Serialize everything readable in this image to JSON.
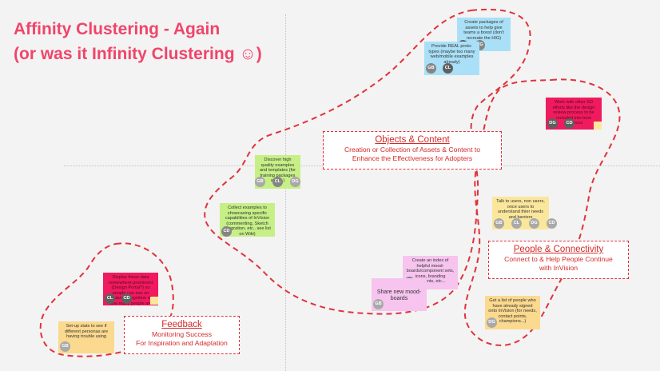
{
  "title": {
    "line1": "Affinity Clustering - Again",
    "line2": "(or was it Infinity Clustering ☺)"
  },
  "colors": {
    "title": "#f0446a",
    "lasso": "#e1323a",
    "note_blue": "#a9e0f7",
    "note_green": "#c6ef86",
    "note_red": "#f01a5e",
    "note_yellow": "#fbe79b",
    "note_pink": "#f6c4ee"
  },
  "clusters": {
    "objects": {
      "heading": "Objects & Content",
      "description_line1": "Creation or Collection of Assets & Content to",
      "description_line2": "Enhance the Effectiveness for Adopters"
    },
    "people": {
      "heading": "People & Connectivity",
      "description_line1": "Connect to & Help People Continue",
      "description_line2": "with InVision"
    },
    "feedback": {
      "heading": "Feedback",
      "description_line1": "Monitoring Success",
      "description_line2": "For Inspiration and Adaptation"
    }
  },
  "notes": {
    "packages": {
      "text": "Create packages of assets to help give teams a boost (don't recreate the HIG)",
      "avatars": [
        "CD",
        "DG"
      ]
    },
    "proto": {
      "text": "Provide REAL proto-types (maybe too many web/mobile examples already)",
      "avatars": [
        "GB",
        "CL"
      ]
    },
    "xd": {
      "text": "Work with other XD efforts like the design review process to be included into best practices",
      "avatars": [
        "DG",
        "CD"
      ]
    },
    "discover": {
      "text": "Discover high quality examples and templates (for training packages and ...)",
      "avatars": [
        "GB",
        "CL",
        "DG"
      ]
    },
    "collect": {
      "text": "Collect examples to showcasing specific capabilities of InVision (commenting, Sketch integration, etc.. see list on Wiki)",
      "avatars": [
        "CD"
      ]
    },
    "talk": {
      "text": "Talk to users, non users, once users to understand thier needs and barriers",
      "avatars": [
        "GB",
        "CL",
        "DG",
        "CD"
      ]
    },
    "index": {
      "text": "Create an index of helpful mood-boards/component sets, icons, branding elements, etc...",
      "avatars": [
        "CL"
      ]
    },
    "share": {
      "text": "Share new mood-boards",
      "avatars": [
        "GB"
      ]
    },
    "signed": {
      "text": "Get a list of people who have already signed onto InVision (for needs, contact points, champions...)",
      "avatars": [
        "DG"
      ]
    },
    "display": {
      "text": "Display these data somewhere prominent (Design Portal?) so people can see on instant recognition of how many people are using it, how often, & who",
      "avatars": [
        "CL",
        "CD"
      ]
    },
    "setup": {
      "text": "Set-up stats to see if different personas are having trouble using",
      "avatars": [
        "GB"
      ]
    }
  }
}
